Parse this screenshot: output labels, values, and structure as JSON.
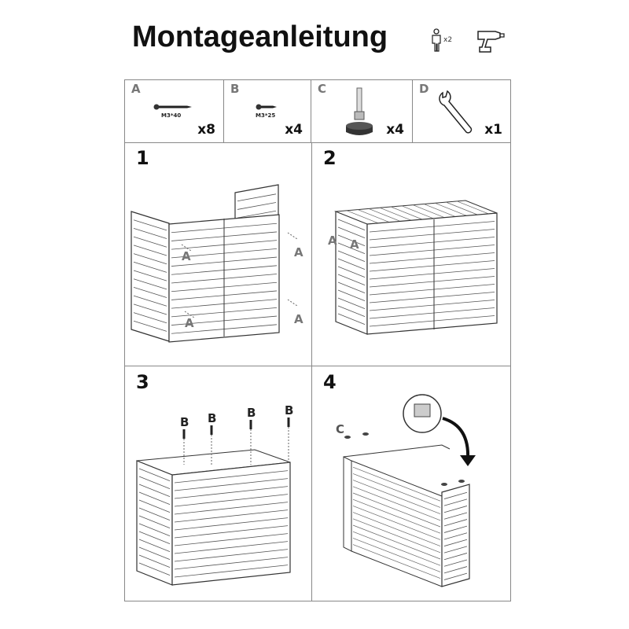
{
  "header": {
    "title": "Montageanleitung",
    "persons": "x2",
    "icons": [
      "person-icon",
      "drill-icon"
    ]
  },
  "parts": [
    {
      "letter": "A",
      "size": "M3*40",
      "count": "x8",
      "icon": "long-screw-icon"
    },
    {
      "letter": "B",
      "size": "M3*25",
      "count": "x4",
      "icon": "short-screw-icon"
    },
    {
      "letter": "C",
      "count": "x4",
      "icon": "adjustable-foot-icon"
    },
    {
      "letter": "D",
      "count": "x1",
      "icon": "wrench-icon"
    }
  ],
  "steps": [
    {
      "number": "1",
      "labels": [
        "A",
        "A",
        "A",
        "A"
      ]
    },
    {
      "number": "2",
      "labels": [
        "A",
        "A"
      ]
    },
    {
      "number": "3",
      "labels": [
        "B",
        "B",
        "B",
        "B"
      ]
    },
    {
      "number": "4",
      "labels": [
        "C"
      ]
    }
  ]
}
